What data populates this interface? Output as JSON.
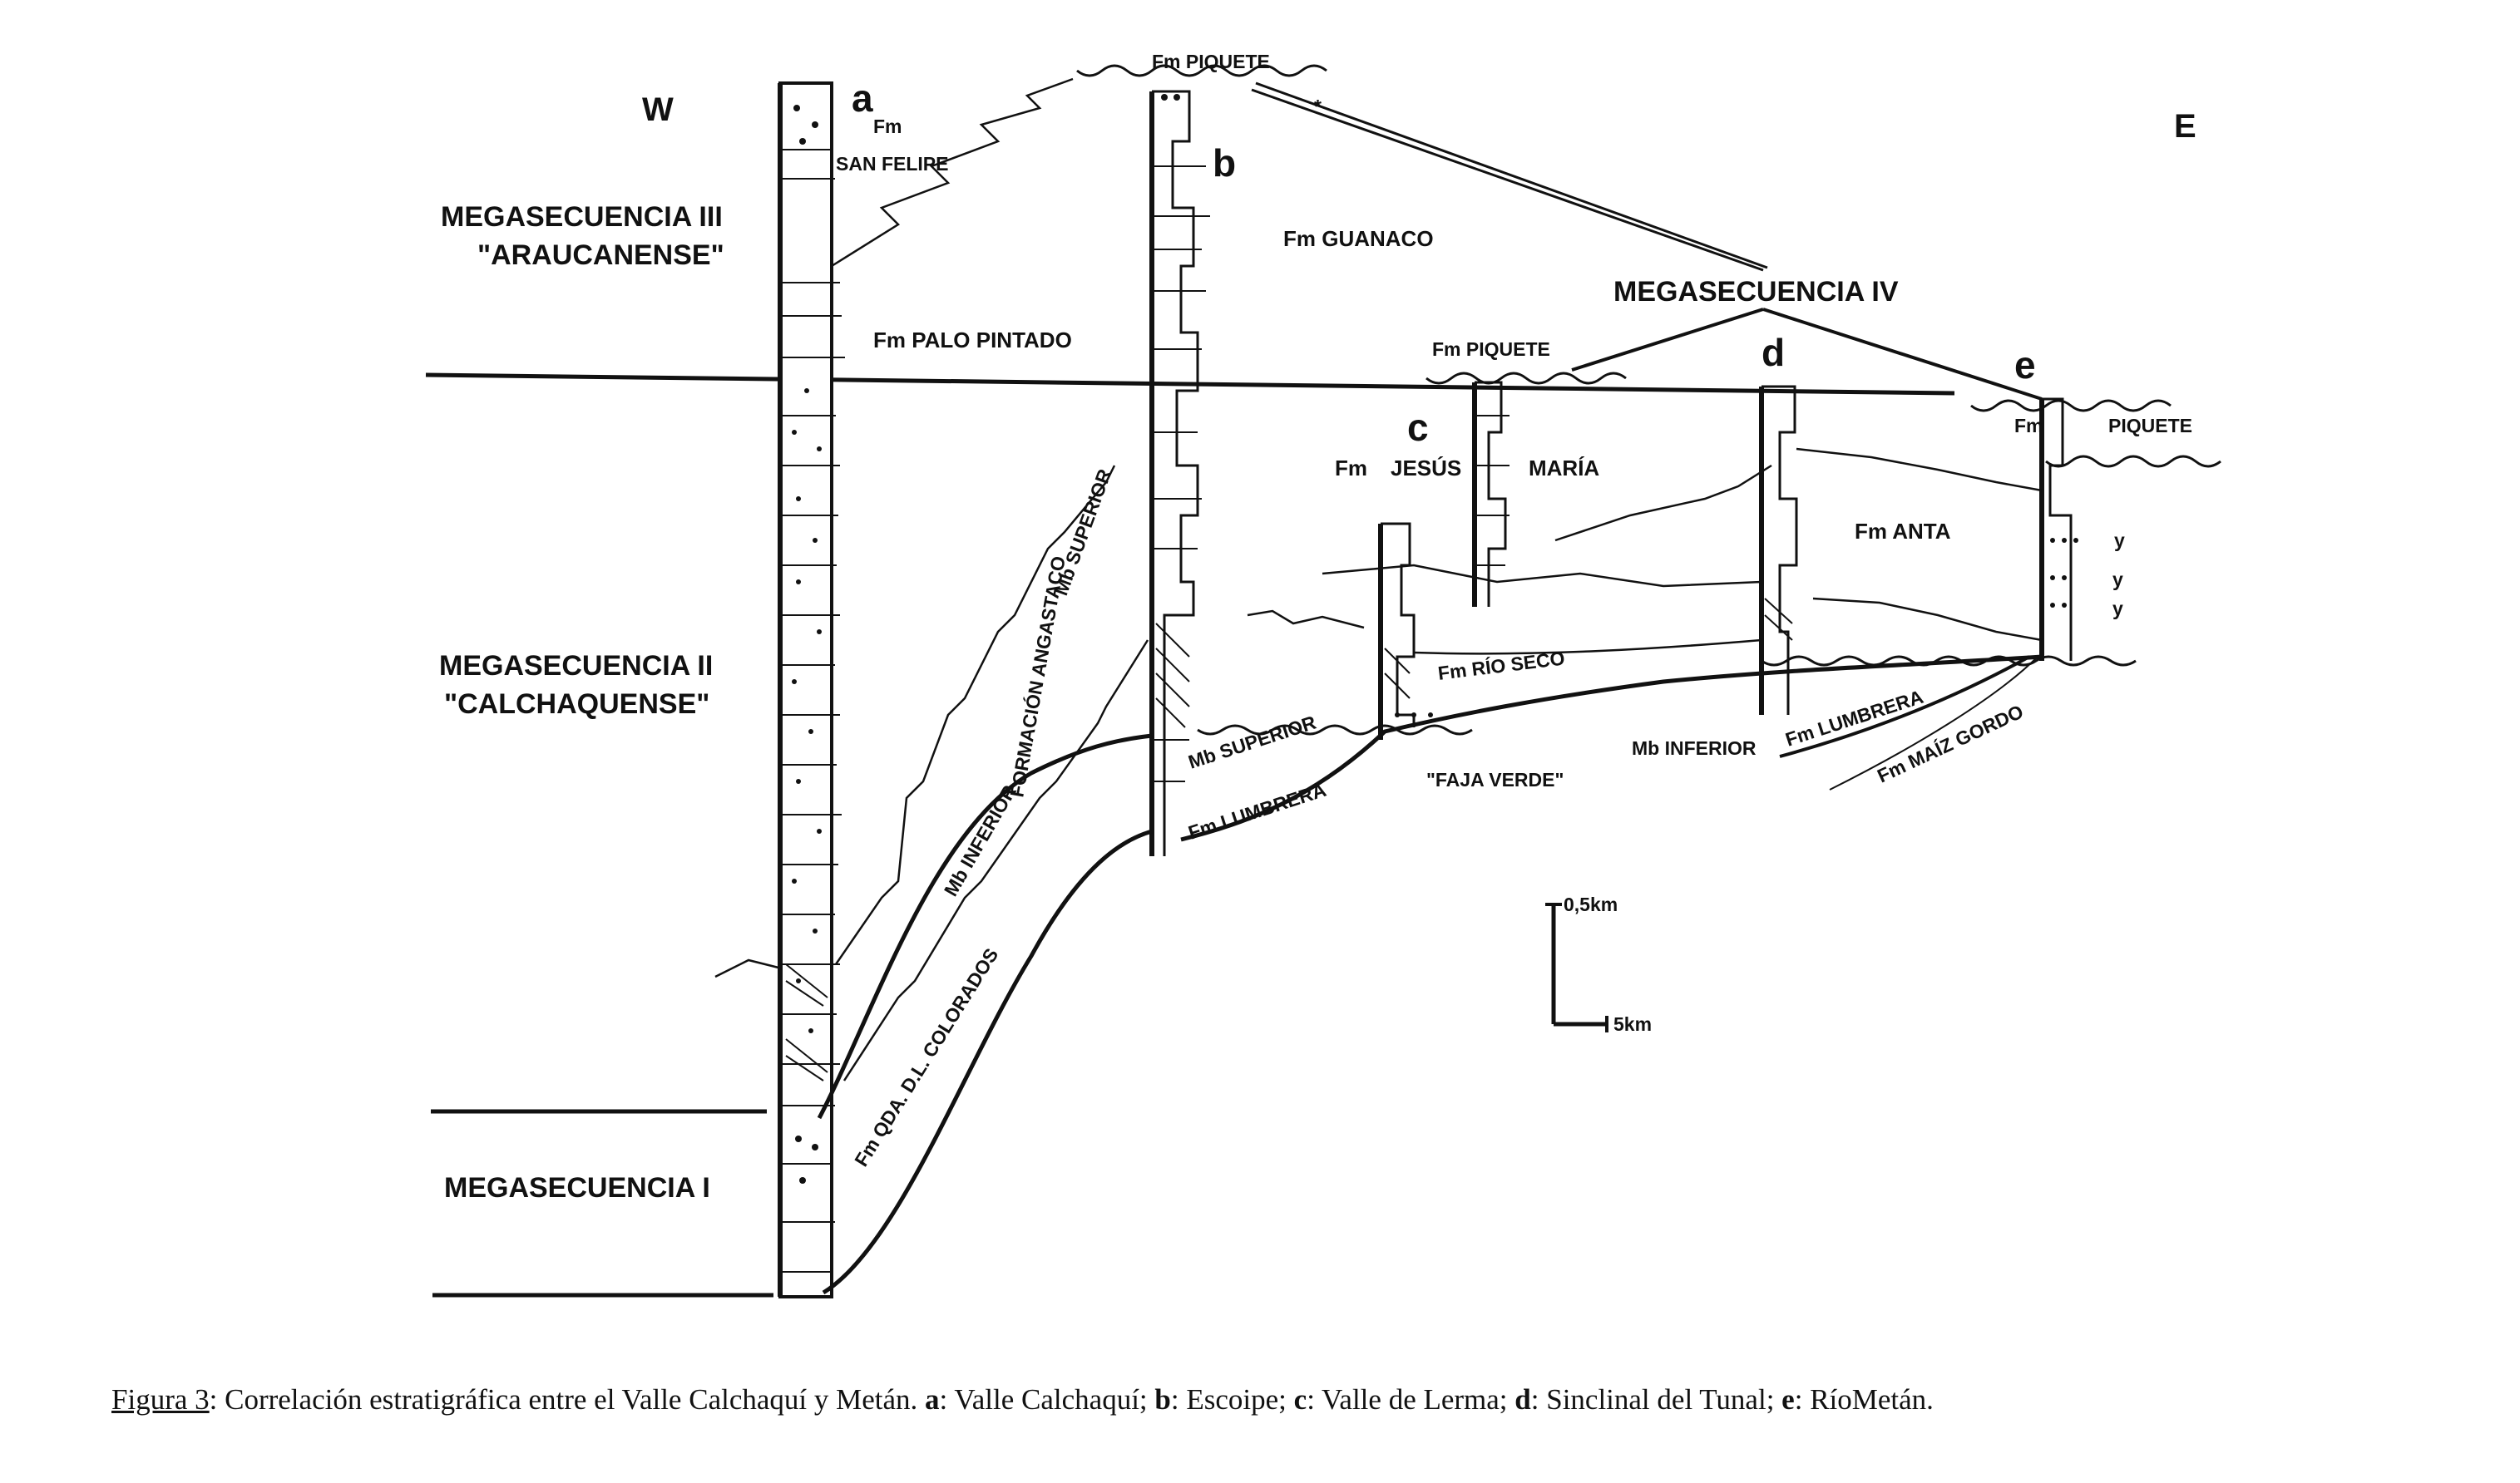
{
  "orientation": {
    "west": "W",
    "east": "E"
  },
  "megasequences": [
    {
      "name": "MEGASECUENCIA III",
      "alias": "\"ARAUCANENSE\""
    },
    {
      "name": "MEGASECUENCIA II",
      "alias": "\"CALCHAQUENSE\""
    },
    {
      "name": "MEGASECUENCIA I"
    },
    {
      "name": "MEGASECUENCIA IV"
    }
  ],
  "columns": [
    "a",
    "b",
    "c",
    "d",
    "e"
  ],
  "formations": {
    "fm": "Fm",
    "san_felipe": "SAN FELIPE",
    "piquete_top": "Fm PIQUETE",
    "piquete_mid": "Fm PIQUETE",
    "piquete_e": "PIQUETE",
    "guanaco": "Fm GUANACO",
    "palo_pintado": "Fm PALO PINTADO",
    "jesus_maria_fm": "Fm",
    "jesus": "JESÚS",
    "maria": "MARÍA",
    "anta": "Fm ANTA",
    "rio_seco": "Fm RÍO SECO",
    "angastaco": "FORMACIÓN ANGASTACO",
    "mb_superior_upper": "Mb SUPERIOR",
    "mb_inferior_left": "Mb INFERIOR",
    "mb_superior_lower": "Mb SUPERIOR",
    "lumbrera_b": "Fm LUMBRERA",
    "faja_verde": "\"FAJA VERDE\"",
    "mb_inferior_right": "Mb INFERIOR",
    "lumbrera_d": "Fm LUMBRERA",
    "maiz_gordo": "Fm MAÍZ GORDO",
    "colorados": "Fm QDA. D.L. COLORADOS"
  },
  "scale": {
    "vertical": "0,5km",
    "horizontal": "5km"
  },
  "symbols": {
    "y1": "y",
    "y2": "y",
    "y3": "y",
    "star": "*"
  },
  "caption": {
    "figure": "Figura 3",
    "text_before": ": Correlación estratigráfica entre el Valle Calchaquí y Metán. ",
    "a_key": "a",
    "a_text": ": Valle Calchaquí; ",
    "b_key": "b",
    "b_text": ": Escoipe; ",
    "c_key": "c",
    "c_text": ": Valle de Lerma; ",
    "d_key": "d",
    "d_text": ": Sinclinal del Tunal; ",
    "e_key": "e",
    "e_text": ": RíoMetán."
  }
}
